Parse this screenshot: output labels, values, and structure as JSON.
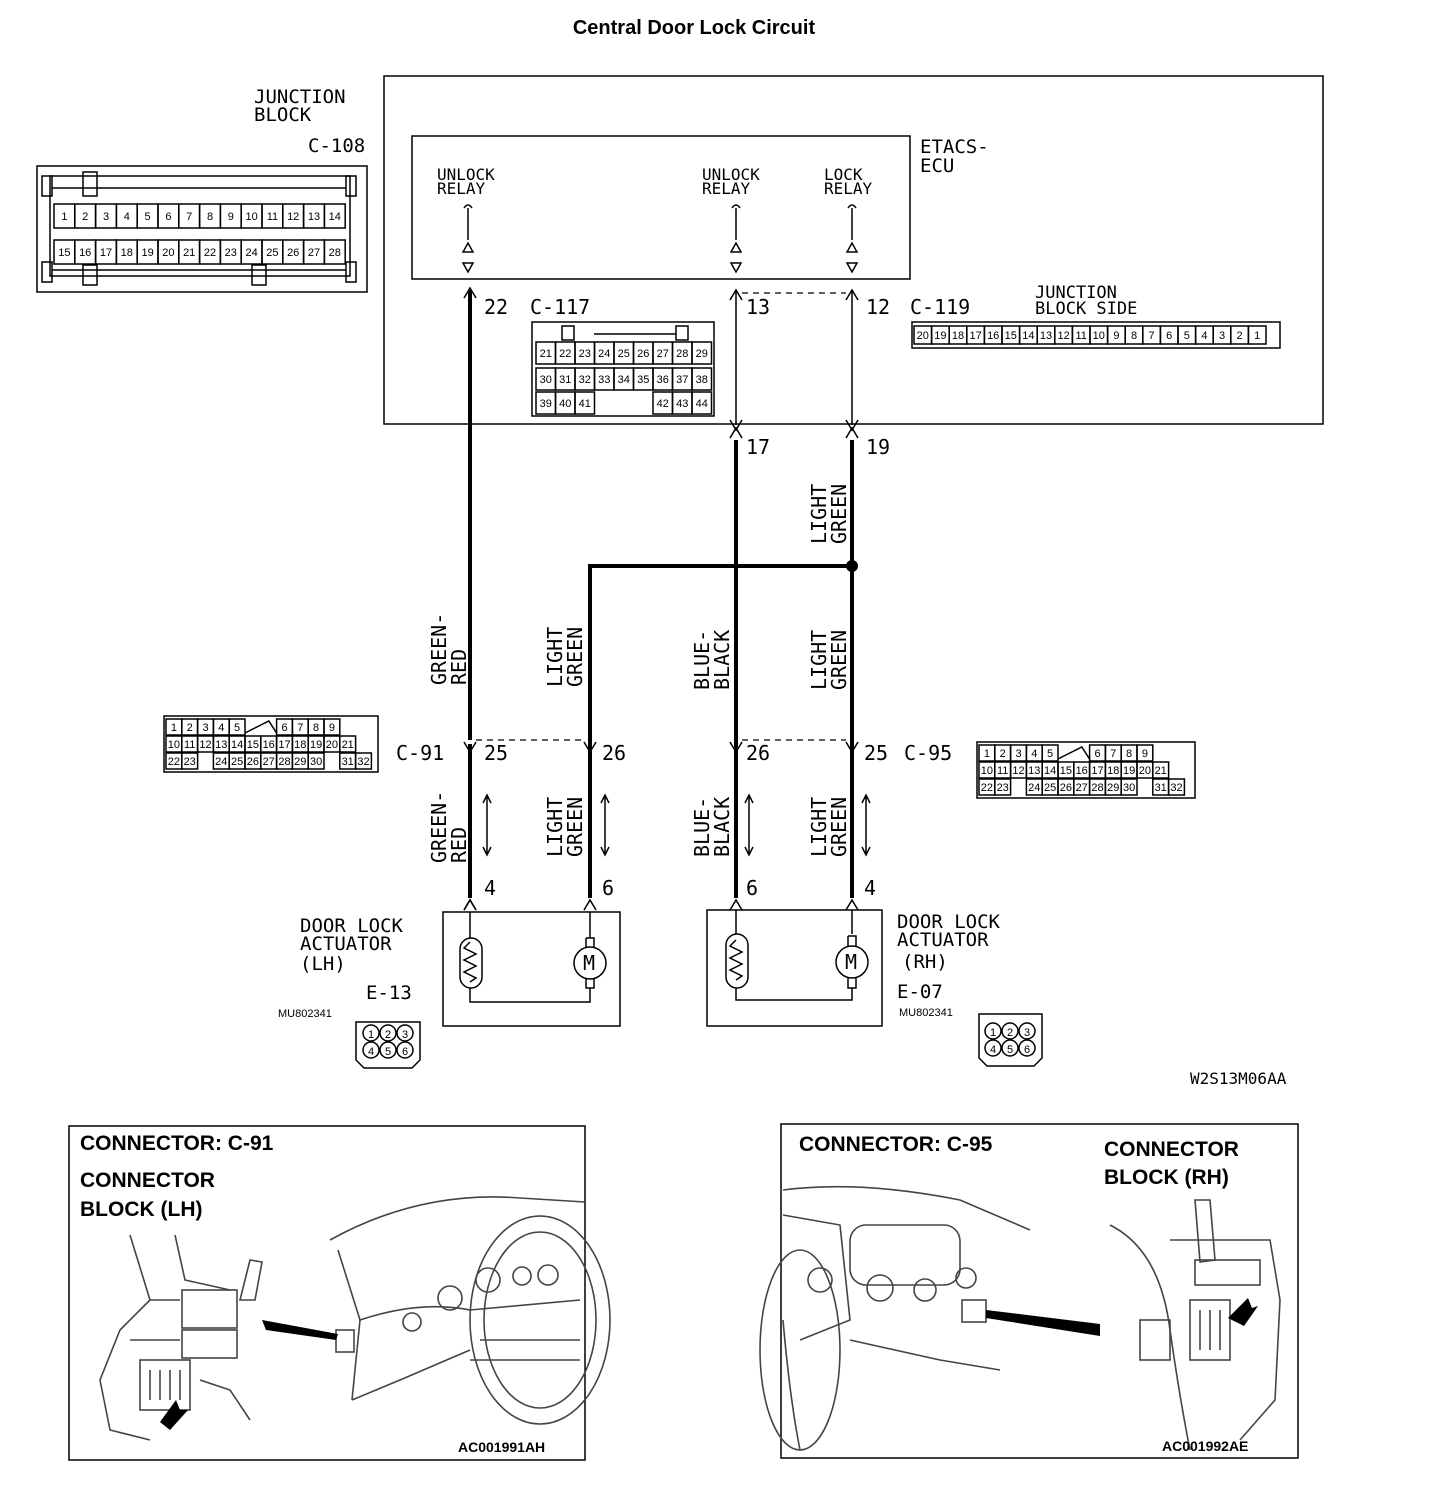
{
  "title": "Central Door Lock Circuit",
  "junction_block": {
    "label_line1": "JUNCTION",
    "label_line2": "BLOCK",
    "connector": "C-108",
    "pins_row1": [
      "1",
      "2",
      "3",
      "4",
      "5",
      "6",
      "7",
      "8",
      "9",
      "10",
      "11",
      "12",
      "13",
      "14"
    ],
    "pins_row2": [
      "15",
      "16",
      "17",
      "18",
      "19",
      "20",
      "21",
      "22",
      "23",
      "24",
      "25",
      "26",
      "27",
      "28"
    ]
  },
  "ecu": {
    "label_line1": "ETACS-",
    "label_line2": "ECU",
    "relay1_line1": "UNLOCK",
    "relay1_line2": "RELAY",
    "relay2_line1": "UNLOCK",
    "relay2_line2": "RELAY",
    "relay3_line1": "LOCK",
    "relay3_line2": "RELAY"
  },
  "c117": {
    "connector": "C-117",
    "rows": [
      [
        "21",
        "22",
        "23",
        "24",
        "25",
        "26",
        "27",
        "28",
        "29"
      ],
      [
        "30",
        "31",
        "32",
        "33",
        "34",
        "35",
        "36",
        "37",
        "38"
      ],
      [
        "39",
        "40",
        "41",
        "",
        "",
        "",
        "42",
        "43",
        "44"
      ]
    ]
  },
  "c119": {
    "connector": "C-119",
    "side_line1": "JUNCTION",
    "side_line2": "BLOCK SIDE",
    "pins": [
      "20",
      "19",
      "18",
      "17",
      "16",
      "15",
      "14",
      "13",
      "12",
      "11",
      "10",
      "9",
      "8",
      "7",
      "6",
      "5",
      "4",
      "3",
      "2",
      "1"
    ]
  },
  "pins": {
    "p22": "22",
    "p13": "13",
    "p12": "12",
    "p17": "17",
    "p19": "19",
    "c91_a": "25",
    "c91_b": "26",
    "c95_a": "26",
    "c95_b": "25",
    "e13_a": "4",
    "e13_b": "6",
    "e07_a": "6",
    "e07_b": "4"
  },
  "wires": {
    "green": "GREEN-",
    "red": "RED",
    "light": "LIGHT",
    "green2": "GREEN",
    "blue": "BLUE-",
    "black": "BLACK"
  },
  "c91": {
    "connector": "C-91",
    "rows": [
      [
        "1",
        "2",
        "3",
        "4",
        "5",
        "",
        "",
        "6",
        "7",
        "8",
        "9"
      ],
      [
        "10",
        "11",
        "12",
        "13",
        "14",
        "15",
        "16",
        "17",
        "18",
        "19",
        "20",
        "21"
      ],
      [
        "22",
        "23",
        "",
        "24",
        "25",
        "26",
        "27",
        "28",
        "29",
        "30",
        "",
        "31",
        "32"
      ]
    ]
  },
  "c95": {
    "connector": "C-95"
  },
  "actuator_lh": {
    "line1": "DOOR LOCK",
    "line2": "ACTUATOR",
    "line3": "(LH)",
    "connector": "E-13",
    "part": "MU802341",
    "pins": [
      "1",
      "2",
      "3",
      "4",
      "5",
      "6"
    ],
    "motor": "M"
  },
  "actuator_rh": {
    "line1": "DOOR LOCK",
    "line2": "ACTUATOR",
    "line3": "(RH)",
    "connector": "E-07",
    "part": "MU802341",
    "pins": [
      "1",
      "2",
      "3",
      "4",
      "5",
      "6"
    ],
    "motor": "M"
  },
  "figure_code": "W2S13M06AA",
  "box_left": {
    "heading": "CONNECTOR: C-91",
    "sub_line1": "CONNECTOR",
    "sub_line2": "BLOCK (LH)",
    "code": "AC001991AH"
  },
  "box_right": {
    "heading": "CONNECTOR: C-95",
    "sub_line1": "CONNECTOR",
    "sub_line2": "BLOCK (RH)",
    "code": "AC001992AE"
  }
}
